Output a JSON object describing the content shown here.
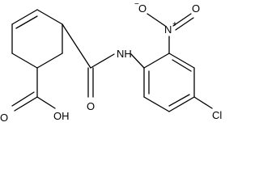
{
  "diagram": {
    "type": "chemical-structure",
    "atom_labels": {
      "nitro_o_minus": "O",
      "nitro_o_minus_charge": "−",
      "nitro_n": "N",
      "nitro_n_charge": "+",
      "nitro_o": "O",
      "amide_nh": "NH",
      "amide_o": "O",
      "chloro": "Cl",
      "acid_o": "O",
      "acid_oh": "OH"
    }
  }
}
